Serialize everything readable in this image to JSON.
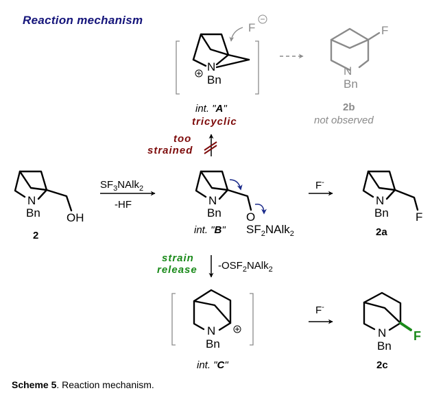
{
  "title": "Reaction mechanism",
  "caption": {
    "bold": "Scheme 5",
    "rest": ". Reaction mechanism."
  },
  "compounds": {
    "c2": {
      "label": "2",
      "N": "N",
      "Bn": "Bn",
      "OH": "OH"
    },
    "c2a": {
      "label": "2a",
      "N": "N",
      "Bn": "Bn",
      "F": "F"
    },
    "c2b": {
      "label": "2b",
      "note": "not observed",
      "N": "N",
      "Bn": "Bn",
      "F": "F"
    },
    "c2c": {
      "label": "2c",
      "N": "N",
      "Bn": "Bn",
      "F": "F"
    }
  },
  "intermediates": {
    "A": {
      "prefix": "int. \"",
      "letter": "A",
      "suffix": "\"",
      "note": "tricyclic",
      "N": "N",
      "Bn": "Bn",
      "charge": "+",
      "nucleophile": "F",
      "nucleophile_charge": "−"
    },
    "B": {
      "prefix": "int. \"",
      "letter": "B",
      "suffix": "\"",
      "N": "N",
      "Bn": "Bn",
      "O": "O",
      "SF": "SF",
      "SF_sub": "2",
      "NAlk": "NAlk",
      "NAlk_sub": "2"
    },
    "C": {
      "prefix": "int. \"",
      "letter": "C",
      "suffix": "\"",
      "N": "N",
      "Bn": "Bn",
      "charge": "+"
    }
  },
  "arrows": {
    "step1": {
      "above_main": "SF",
      "above_sub1": "3",
      "above_mid": "NAlk",
      "above_sub2": "2",
      "below": "-HF"
    },
    "to_2a": {
      "above": "F",
      "above_sup": "-"
    },
    "to_2c": {
      "above": "F",
      "above_sup": "-"
    },
    "to_A": {
      "note_line1": "too",
      "note_line2": "strained"
    },
    "to_C": {
      "note_line1": "strain",
      "note_line2": "release",
      "reagent_pre": "-OSF",
      "reagent_sub1": "2",
      "reagent_mid": "NAlk",
      "reagent_sub2": "2"
    }
  },
  "colors": {
    "title": "#14147a",
    "disfavored": "#7d0b0b",
    "favored": "#1a8a1a",
    "not_observed": "#8a8a8a",
    "curly_arrow": "#1a2a8a",
    "fluorine_bond": "#1a8a1a"
  }
}
